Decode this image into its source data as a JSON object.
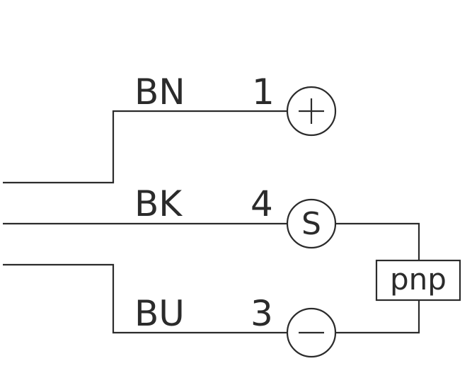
{
  "wires": [
    {
      "color": "BN",
      "pin": "1",
      "symbol": "+"
    },
    {
      "color": "BK",
      "pin": "4",
      "symbol": "S"
    },
    {
      "color": "BU",
      "pin": "3",
      "symbol": "−"
    }
  ],
  "output_type": "pnp"
}
